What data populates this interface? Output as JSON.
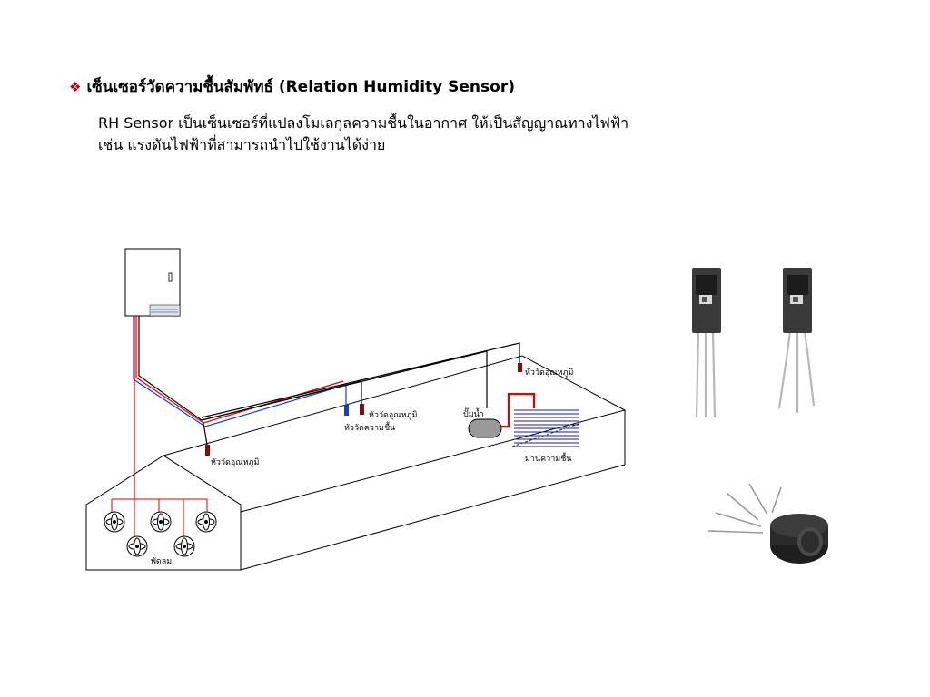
{
  "slide": {
    "bullet": "❖",
    "heading": "เซ็นเซอร์วัดความชื้นสัมพัทธ์  (Relation Humidity Sensor)",
    "body_line1": "RH Sensor เป็นเซ็นเซอร์ที่แปลงโมเลกุลความชื้นในอากาศ  ให้เป็นสัญญาณทางไฟฟ้า",
    "body_line2": "เช่น แรงดันไฟฟ้าที่สามารถนำไปใช้งานได้ง่าย"
  },
  "diagram": {
    "labels": {
      "temp_probe_left": "หัววัดอุณหภูมิ",
      "temp_probe_mid": "หัววัดอุณหภูมิ",
      "humidity_probe": "หัววัดความชื้น",
      "temp_probe_right": "หัววัดอุณหภูมิ",
      "pump": "ปั๊มน้ำ",
      "wet_pad": "ม่านความชื้น",
      "fans": "พัดลม"
    },
    "colors": {
      "signal_red": "#e00000",
      "signal_blue": "#1a3cc8",
      "probe": "#7a1010",
      "pad_lines": "#1a1aa0"
    }
  },
  "photos": {
    "items": [
      "rh-sensor-module-photo",
      "rh-sensor-module-photo",
      "can-type-rh-sensor-photo"
    ]
  }
}
